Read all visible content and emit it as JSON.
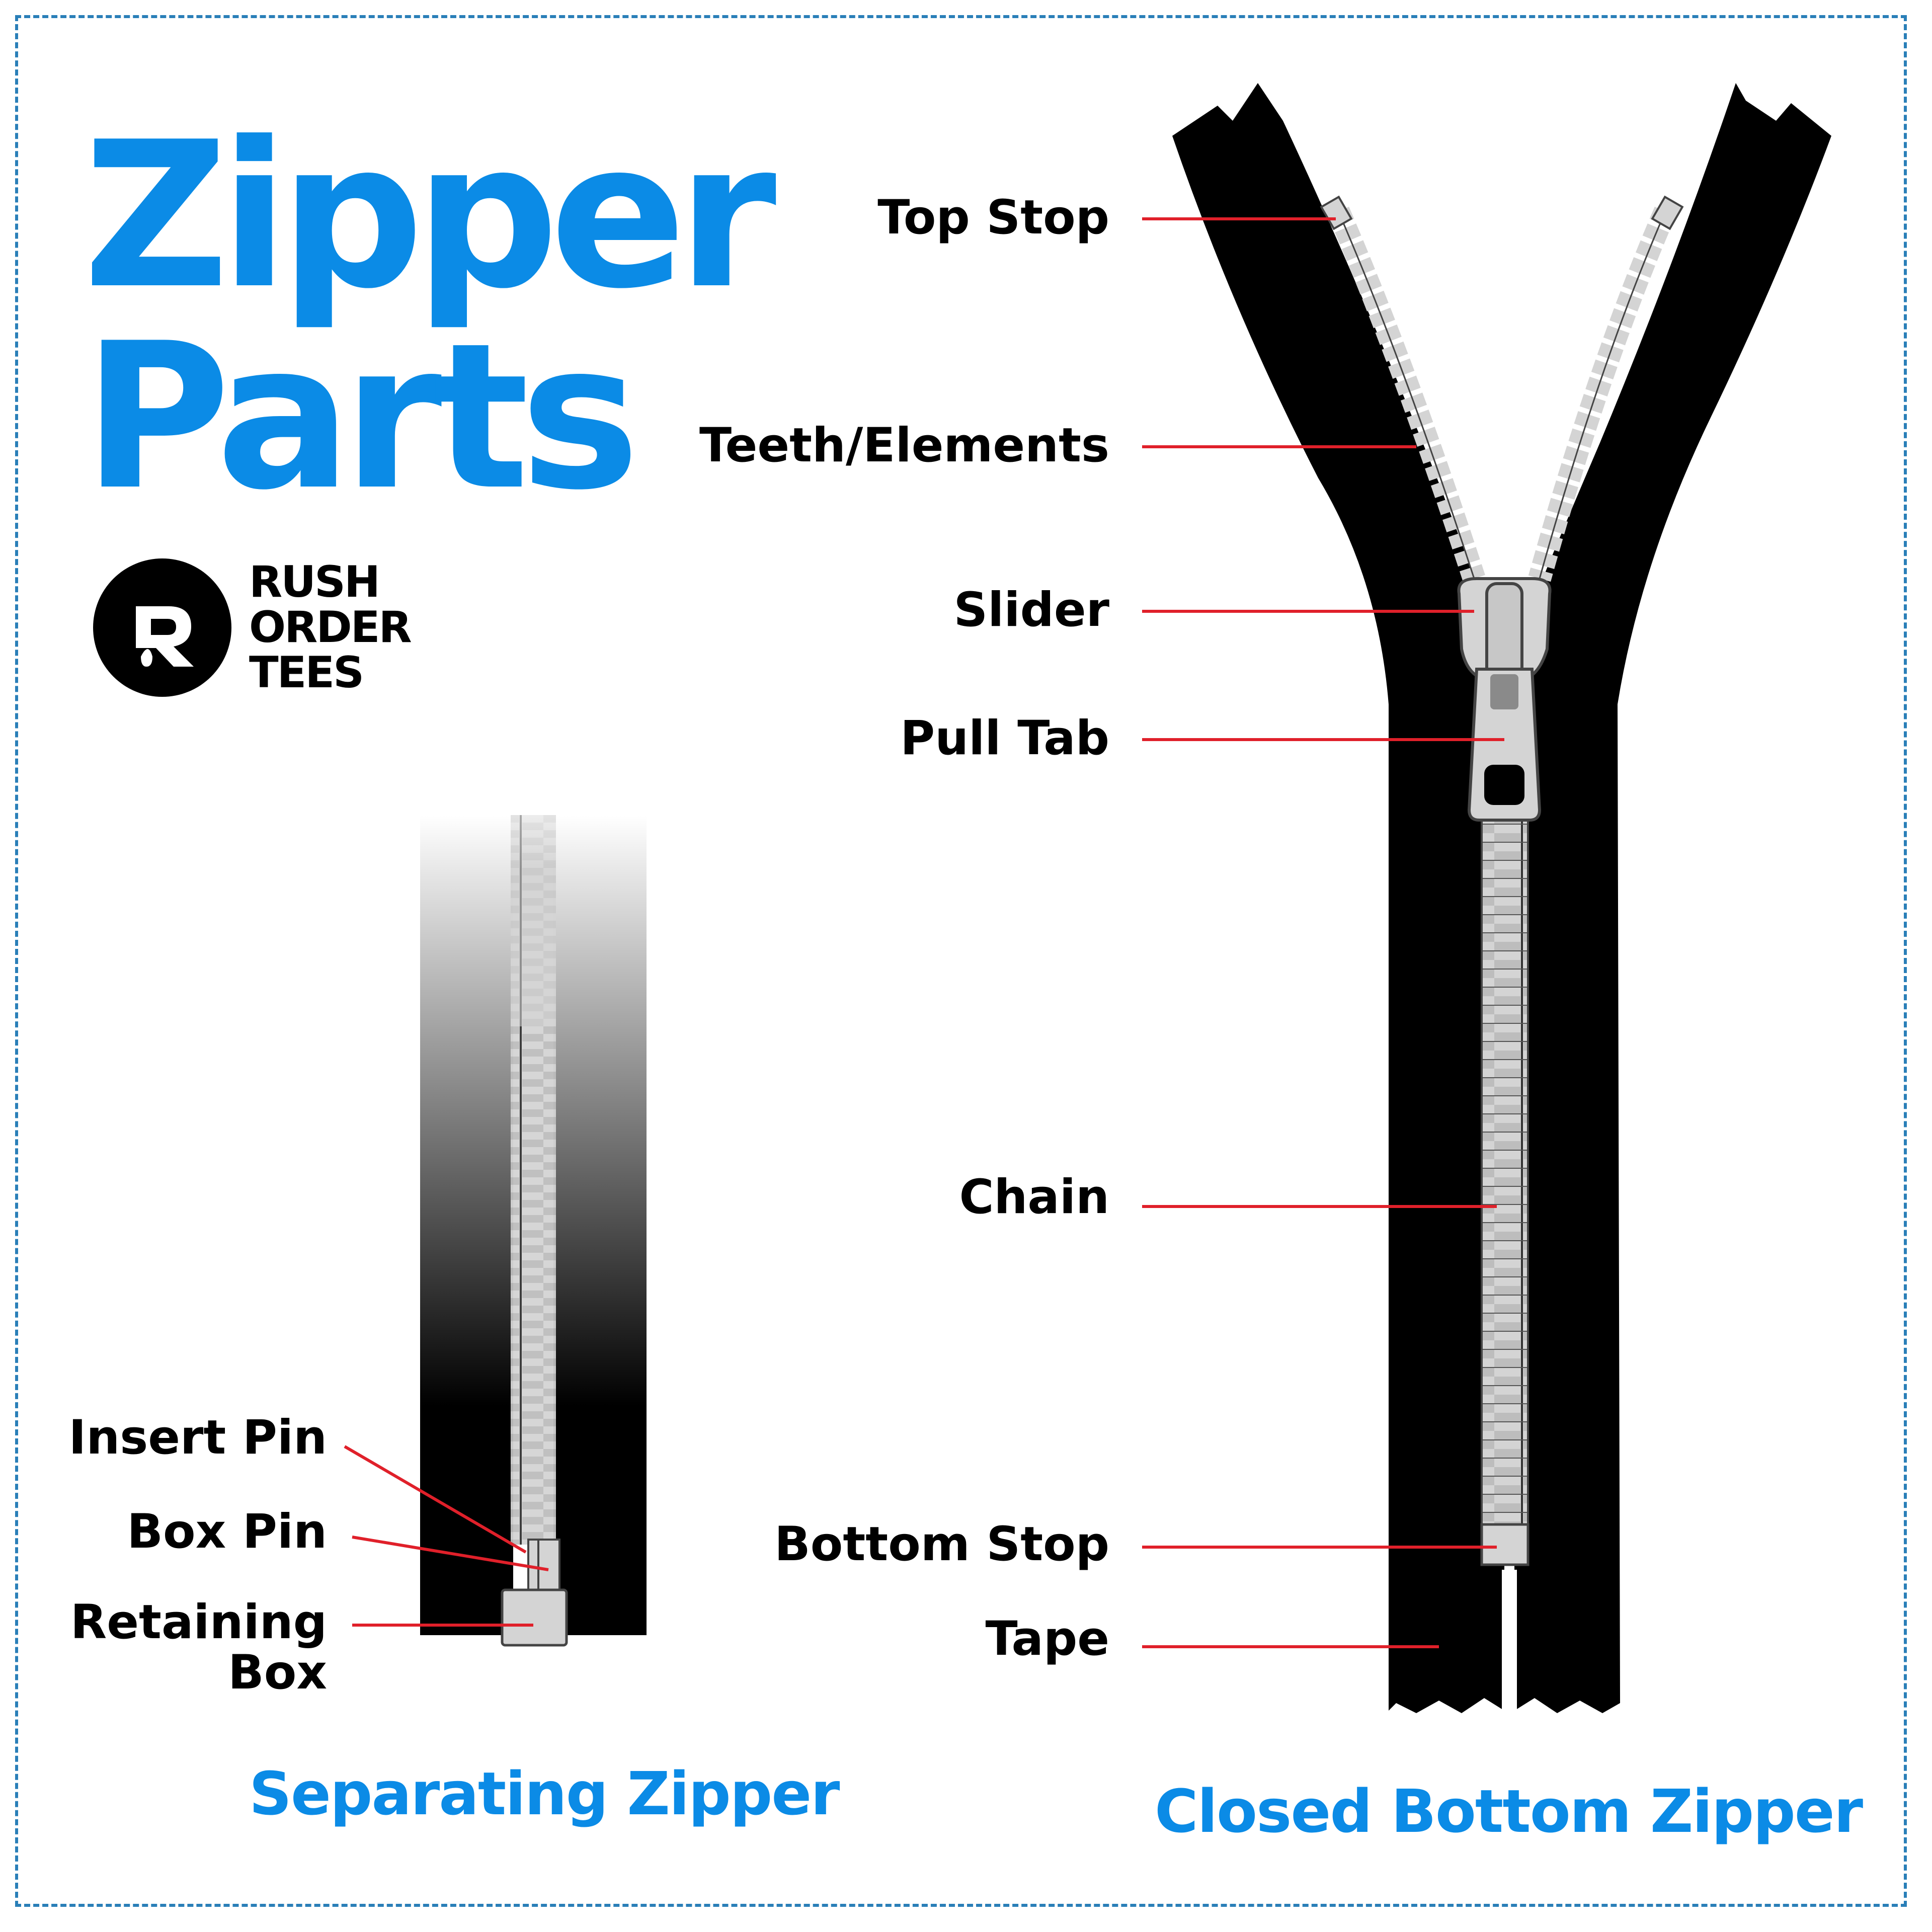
{
  "title": {
    "line1": "Zipper",
    "line2": "Parts"
  },
  "brand": {
    "line1": "RUSH",
    "line2": "ORDER",
    "line3": "TEES",
    "mark": "R"
  },
  "colors": {
    "accent": "#0b8be6",
    "leader": "#e0202a",
    "tape": "#000000",
    "teeth": "#d4d4d4",
    "border": "#2a7fb8"
  },
  "closed_zipper": {
    "caption": "Closed Bottom Zipper",
    "labels": {
      "top_stop": "Top Stop",
      "teeth": "Teeth/Elements",
      "slider": "Slider",
      "pull_tab": "Pull Tab",
      "chain": "Chain",
      "bottom_stop": "Bottom Stop",
      "tape": "Tape"
    }
  },
  "separating_zipper": {
    "caption": "Separating Zipper",
    "labels": {
      "insert_pin": "Insert Pin",
      "box_pin": "Box Pin",
      "retaining_box_1": "Retaining",
      "retaining_box_2": "Box"
    }
  }
}
